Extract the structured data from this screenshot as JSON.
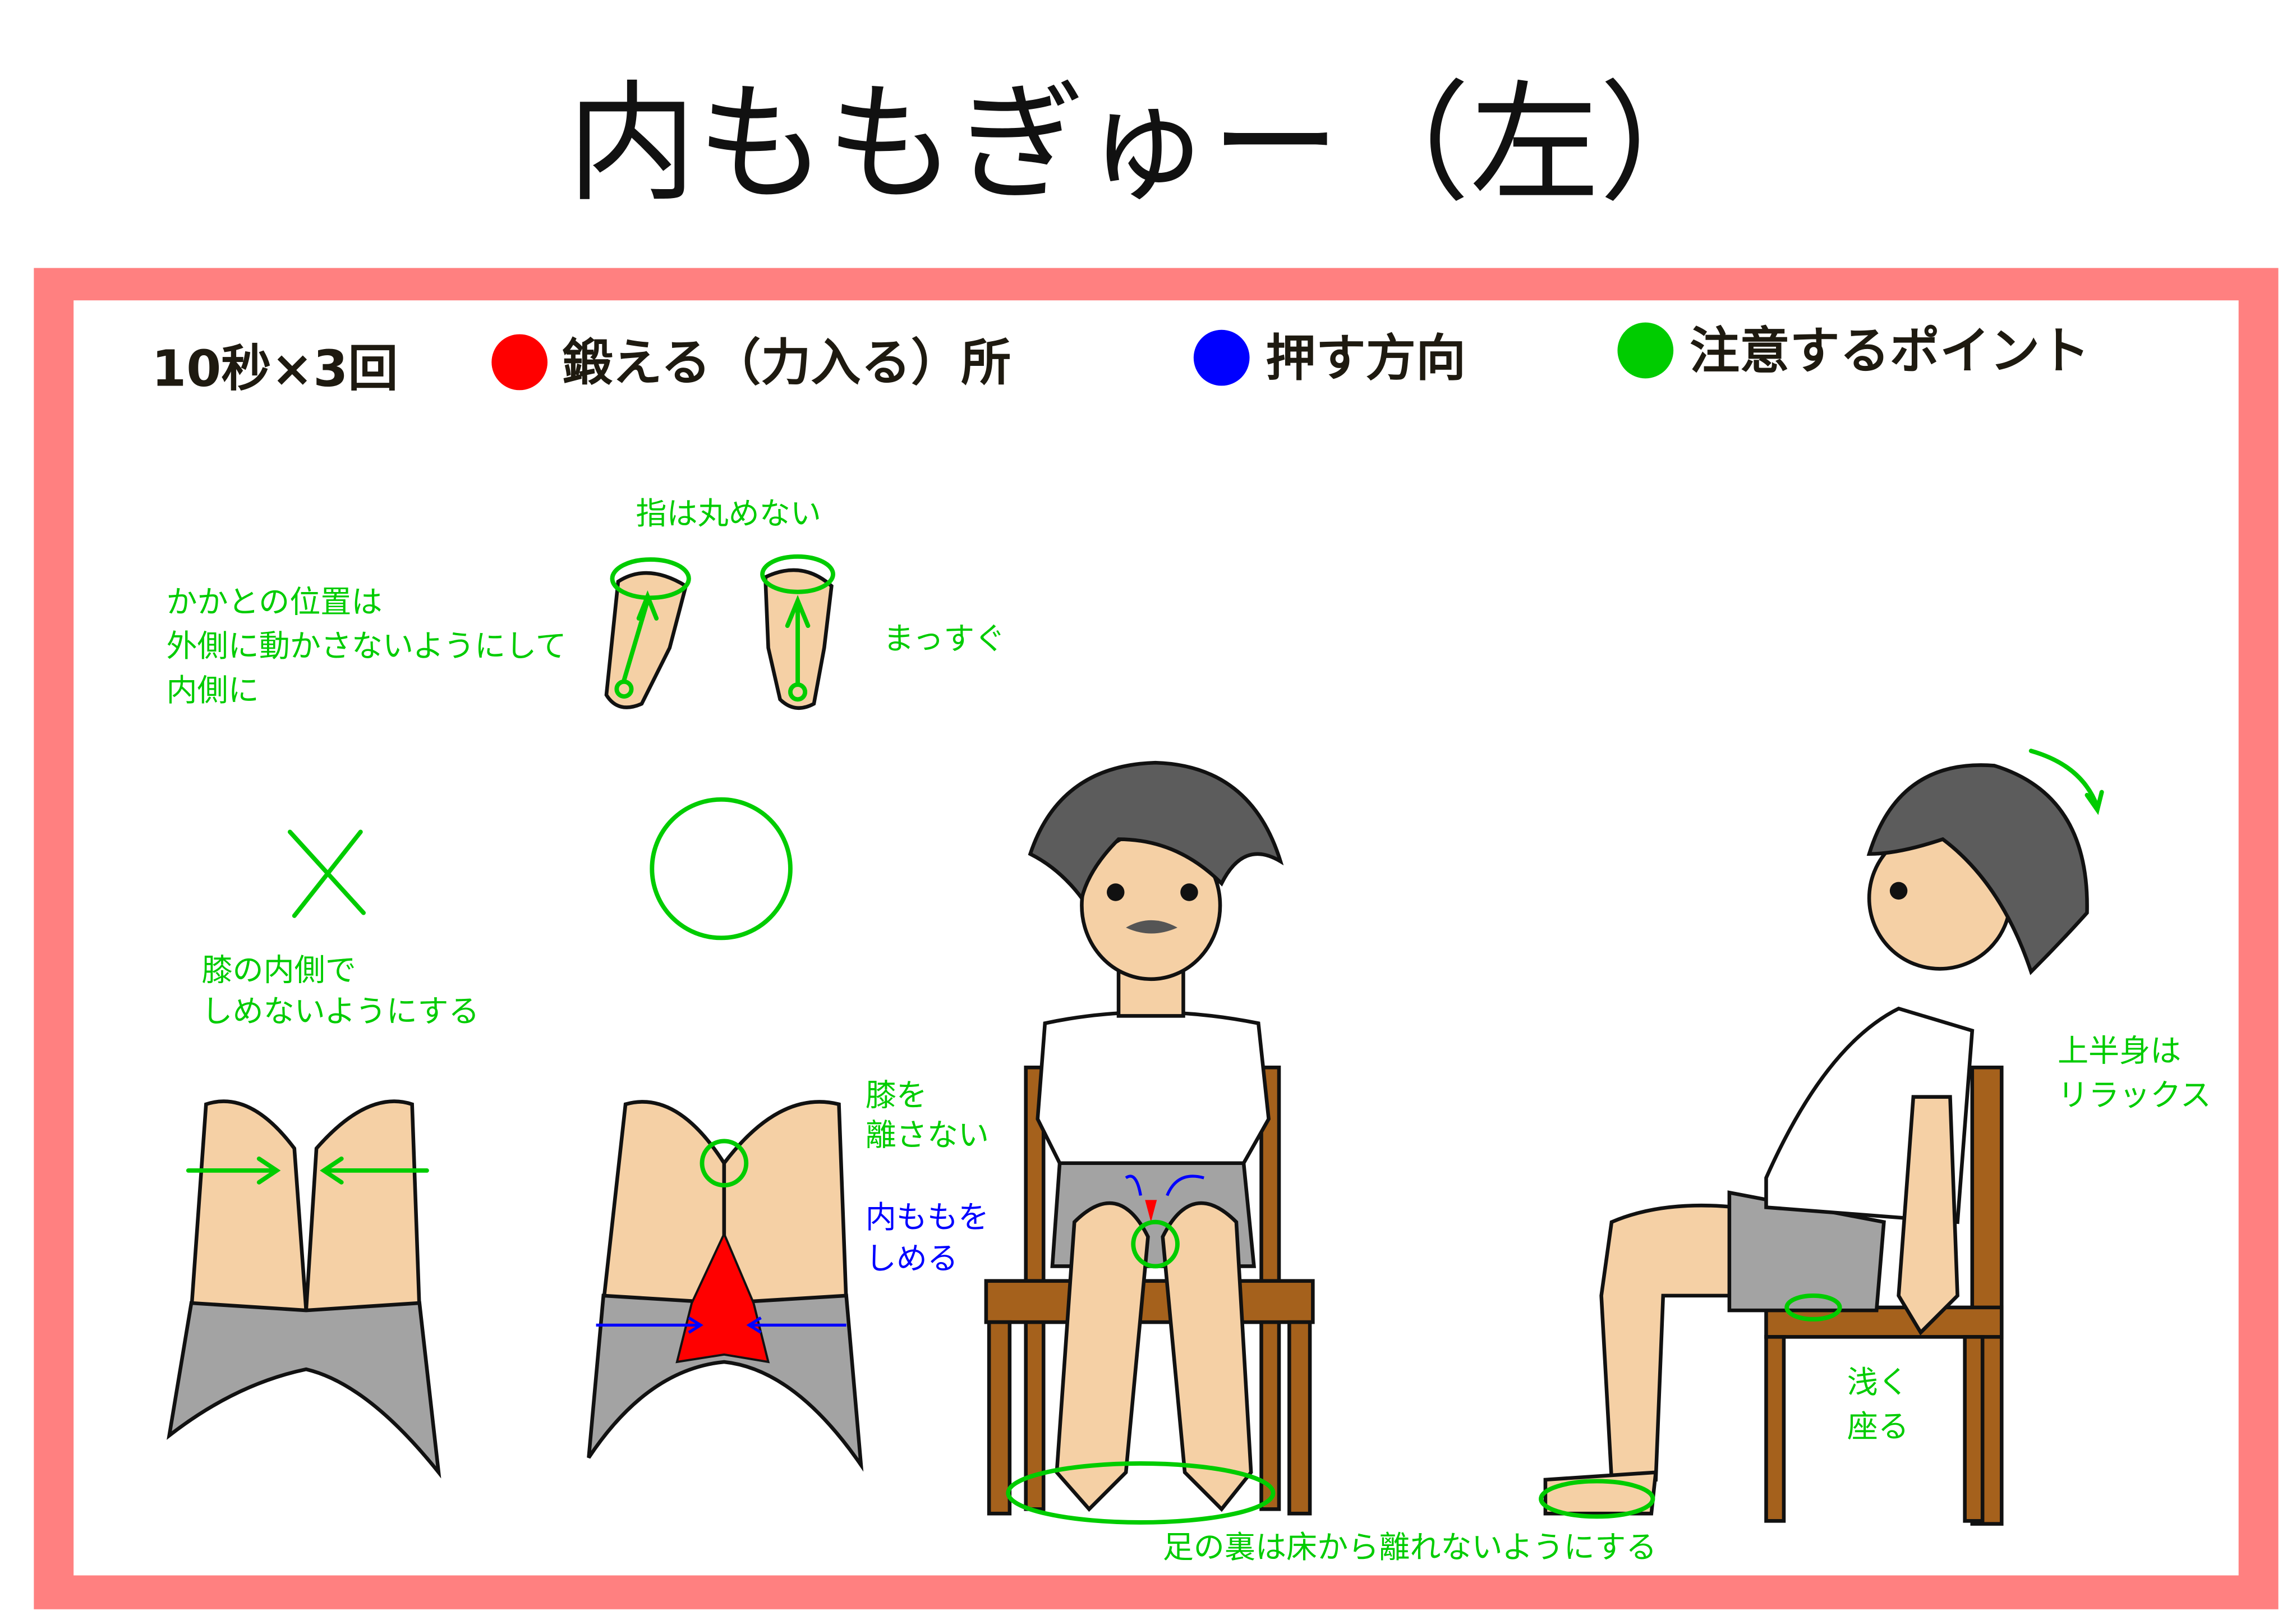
{
  "title": "内ももぎゅー（左）",
  "colors": {
    "frame": "#ff8080",
    "strengthen": "#ff0000",
    "push": "#0000ff",
    "caution": "#00cc00"
  },
  "legend": {
    "reps": "10秒×3回",
    "items": [
      {
        "label": "鍛える（力入る）所",
        "color": "#ff0000"
      },
      {
        "label": "押す方向",
        "color": "#0000ff"
      },
      {
        "label": "注意するポイント",
        "color": "#00cc00"
      }
    ]
  },
  "notes": {
    "toes": "指は丸めない",
    "heel": [
      "かかとの位置は",
      "外側に動かさないようにして",
      "内側に"
    ],
    "straight": "まっすぐ",
    "knee_inside": [
      "膝の内側で",
      "しめないようにする"
    ],
    "knees_together": [
      "膝を",
      "離さない"
    ],
    "squeeze": [
      "内ももを",
      "しめる"
    ],
    "relax": [
      "上半身は",
      "リラックス"
    ],
    "shallow": [
      "浅く",
      "座る"
    ],
    "soles": "足の裏は床から離れないようにする"
  },
  "marks": {
    "wrong": "cross-mark",
    "right": "circle-mark"
  }
}
